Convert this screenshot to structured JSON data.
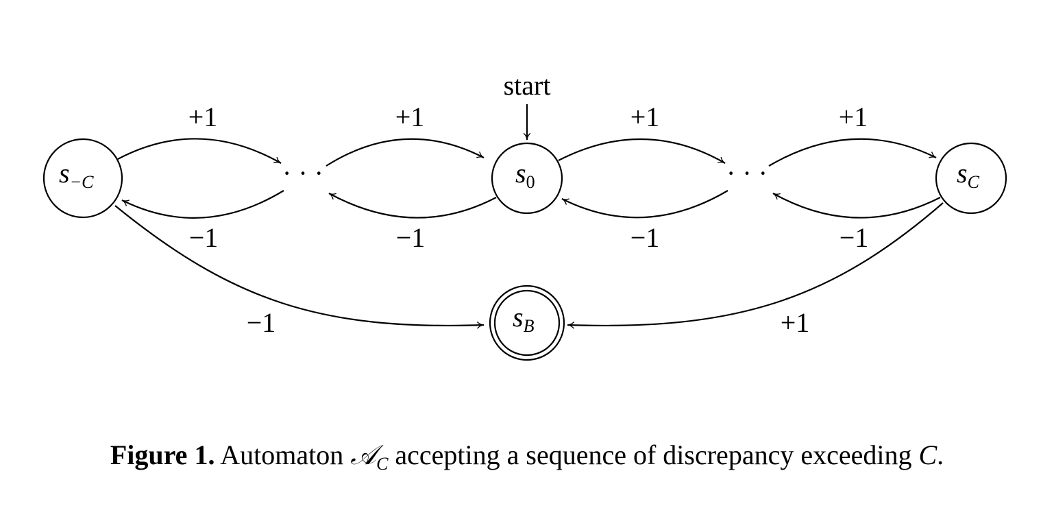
{
  "diagram": {
    "start_label": "start",
    "ellipsis": "· · ·",
    "states": {
      "s_minus_c": {
        "base": "s",
        "sub": "−C"
      },
      "s0": {
        "base": "s",
        "sub": "0"
      },
      "s_c": {
        "base": "s",
        "sub": "C"
      },
      "s_b": {
        "base": "s",
        "sub": "B"
      }
    },
    "edges": {
      "plus": "+1",
      "minus": "−1"
    }
  },
  "caption": {
    "label": "Figure 1.",
    "text_before": " Automaton ",
    "symbol": "𝒜",
    "symbol_sub": "C",
    "text_after": " accepting a sequence of discrepancy exceeding ",
    "var": "C",
    "end": "."
  }
}
